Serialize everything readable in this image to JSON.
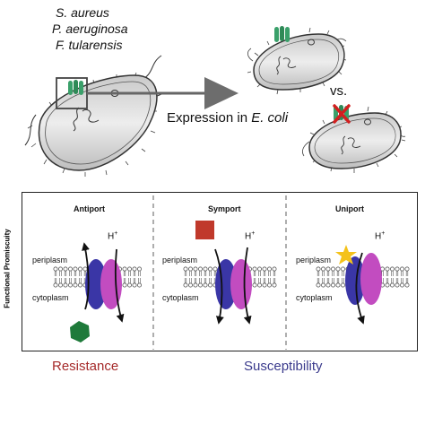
{
  "top": {
    "species": [
      "S. aureus",
      "P. aeruginosa",
      "F. tularensis"
    ],
    "expression_prefix": "Expression in ",
    "expression_host": "E. coli",
    "vs_label": "vs."
  },
  "panel": {
    "ylabel": "Functional Promiscuity",
    "subpanels": [
      {
        "title": "Antiport",
        "hplus": "H",
        "sup": "+",
        "periplasm": "periplasm",
        "cytoplasm": "cytoplasm"
      },
      {
        "title": "Symport",
        "hplus": "H",
        "sup": "+",
        "periplasm": "periplasm",
        "cytoplasm": "cytoplasm"
      },
      {
        "title": "Uniport",
        "hplus": "H",
        "sup": "+",
        "periplasm": "periplasm",
        "cytoplasm": "cytoplasm"
      }
    ]
  },
  "outcomes": {
    "resistance": "Resistance",
    "susceptibility": "Susceptibility"
  },
  "colors": {
    "resistance": "#a52a2a",
    "susceptibility": "#3a3a8c",
    "transporter_blue": "#3a36a6",
    "transporter_magenta": "#c24cc0",
    "substrate_green": "#1e7a3a",
    "substrate_red": "#c0392b",
    "substrate_yellow": "#f4c21a",
    "pump_green": "#3aa06a",
    "arrow_gray": "#6d6d6d",
    "cell_fill": "#d6d6d6"
  }
}
